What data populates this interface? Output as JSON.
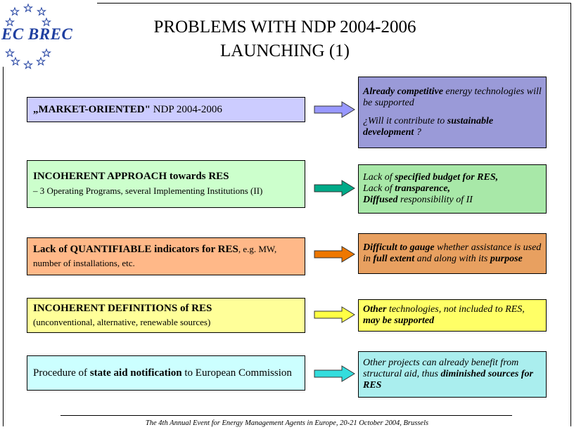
{
  "logo": {
    "text": "EC BREC"
  },
  "title": {
    "line1": "PROBLEMS WITH NDP 2004-2006",
    "line2": "LAUNCHING (1)"
  },
  "rows": [
    {
      "left_color": "#ccccff",
      "right_color": "#9a9ad8",
      "arrow_color": "#9999ff",
      "left": {
        "bold": "„MARKET-ORIENTED\"",
        "rest": " NDP 2004-2006"
      },
      "right": {
        "p1_b1": "Already competitive",
        "p1_r1": " energy technologies will be supported",
        "p2_r1": "¿Will it contribute to ",
        "p2_b1": "sustainable development",
        "p2_r2": " ?"
      }
    },
    {
      "left_color": "#ccffcc",
      "right_color": "#a8e8a8",
      "arrow_color": "#00aa88",
      "left": {
        "bold": "INCOHERENT APPROACH towards RES",
        "rest": "– 3 Operating Programs, several Implementing Institutions (II)"
      },
      "right": {
        "l1_r": "Lack of ",
        "l1_b": "specified budget for RES,",
        "l2_r": "Lack of ",
        "l2_b": "transparence,",
        "l3_b": "Diffused",
        "l3_r": " responsibility of II"
      }
    },
    {
      "left_color": "#ffb888",
      "right_color": "#e8a060",
      "arrow_color": "#ee7700",
      "left": {
        "bold": "Lack of QUANTIFIABLE indicators for RES",
        "rest": ", e.g. MW, number of installations, etc."
      },
      "right": {
        "b1": "Difficult to gauge",
        "r1": " whether assistance is used in ",
        "b2": "full extent",
        "r2": " and along with its ",
        "b3": "purpose"
      }
    },
    {
      "left_color": "#ffff99",
      "right_color": "#ffff66",
      "arrow_color": "#ffff44",
      "left": {
        "bold": "INCOHERENT DEFINITIONS of RES",
        "rest": "(unconventional, alternative, renewable sources)"
      },
      "right": {
        "b1": "Other",
        "r1": " technologies, not included to RES, ",
        "b2": "may be supported"
      }
    },
    {
      "left_color": "#ccffff",
      "right_color": "#aaeeee",
      "arrow_color": "#33dddd",
      "left": {
        "r1": "Procedure of ",
        "bold": "state aid notification",
        "rest": " to European Commission"
      },
      "right": {
        "r1": "Other projects can already benefit from structural aid, thus ",
        "b1": "diminished sources for RES"
      }
    }
  ],
  "footer": "The 4th Annual Event for Energy Management Agents in Europe, 20-21 October 2004, Brussels"
}
